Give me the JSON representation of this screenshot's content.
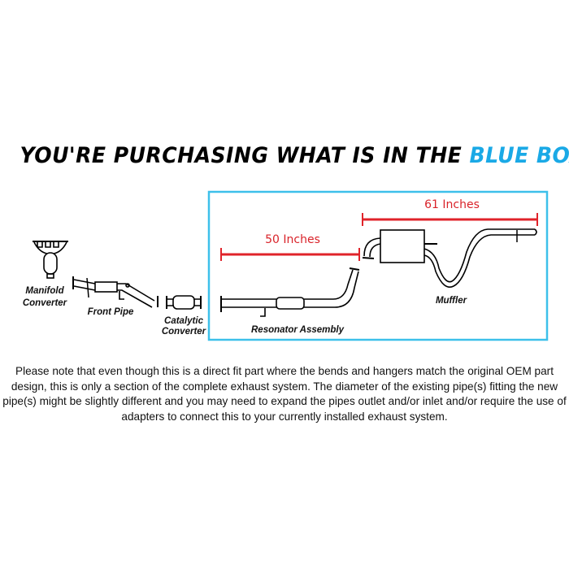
{
  "headline": {
    "prefix": "YOU'RE PURCHASING WHAT IS IN THE ",
    "highlight": "BLUE BOX"
  },
  "parts": {
    "manifold": "Manifold",
    "manifold2": "Converter",
    "front_pipe": "Front Pipe",
    "catalytic": "Catalytic",
    "catalytic2": "Converter",
    "resonator": "Resonator Assembly",
    "muffler": "Muffler"
  },
  "measurements": {
    "resonator_length": "50 Inches",
    "muffler_length": "61 Inches"
  },
  "colors": {
    "box": "#3dc0ea",
    "measure": "#e0232a",
    "highlight": "#1aa9e6"
  },
  "note": "Please note that even though this is a direct fit part where the bends and hangers match the original OEM part design, this is only a section of the complete exhaust system. The diameter of the existing pipe(s) fitting the new pipe(s) might be slightly different and you may need to expand the pipes outlet and/or inlet and/or require the use of adapters to connect this to your currently installed exhaust system."
}
